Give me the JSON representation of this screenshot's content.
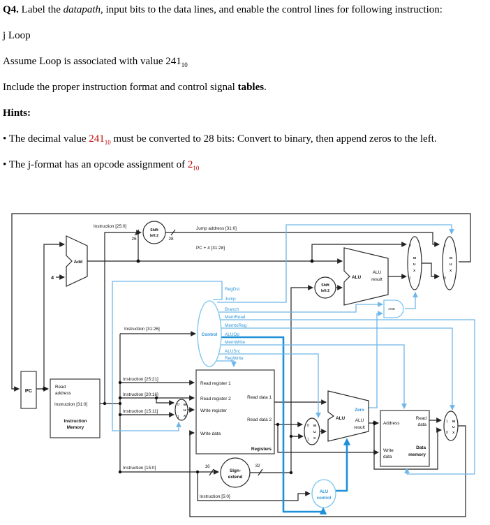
{
  "question": {
    "q_label": "Q4.",
    "q_pre": " Label the ",
    "q_italic": "datapath",
    "q_post": ", input bits to the data lines, and enable the control lines for following instruction:",
    "instruction_line": "j Loop",
    "assume_pre": "Assume Loop is associated with value 241",
    "assume_sub": "10",
    "include_pre": "Include the proper instruction format and control signal ",
    "include_bold": "tables",
    "include_post": ".",
    "hints_label": "Hints:",
    "bullet": "•",
    "hint1_pre": " The decimal value ",
    "hint1_red": "241",
    "hint1_red_sub": "10",
    "hint1_post": " must be converted to 28 bits: Convert to binary, then append zeros to the left.",
    "hint2_pre": " The j-format has an opcode assignment of ",
    "hint2_red": "2",
    "hint2_red_sub": "10"
  },
  "colors": {
    "wire_black": "#222222",
    "wire_blue": "#6fb7e8",
    "bold_blue": "#1e90d8",
    "signal_text_blue": "#2e96d8",
    "red_text": "#c00000"
  },
  "diagram": {
    "control_signals": [
      "RegDst",
      "Jump",
      "Branch",
      "MemRead",
      "MemtoReg",
      "ALUOp",
      "MemWrite",
      "ALUSrc",
      "RegWrite"
    ],
    "labels": {
      "instr_25_0": "Instruction [25:0]",
      "shift": "Shift",
      "left2": "left 2",
      "w26": "26",
      "w28": "28",
      "jump_address": "Jump address [31:0]",
      "pc4_3128": "PC + 4 [31:28]",
      "add": "Add",
      "four": "4",
      "pc": "PC",
      "read": "Read",
      "address_lc": "address",
      "instr_31_0": "Instruction [31:0]",
      "instruction": "Instruction",
      "memory": "Memory",
      "instr_31_26": "Instruction [31:26]",
      "control": "Control",
      "instr_25_21": "Instruction [25:21]",
      "instr_20_16": "Instruction [20:16]",
      "instr_15_11": "Instruction [15:11]",
      "instr_15_0": "Instruction [15:0]",
      "instr_5_0": "Instruction [5:0]",
      "read_register_1": "Read register 1",
      "read_register_2": "Read register 2",
      "write_register": "Write register",
      "write_data": "Write data",
      "read_data_1": "Read data 1",
      "read_data_2": "Read data 2",
      "registers": "Registers",
      "sign": "Sign-",
      "extend": "extend",
      "w16": "16",
      "w32": "32",
      "alu": "ALU",
      "result": "result",
      "zero": "Zero",
      "and": "AND",
      "address_cap": "Address",
      "write": "Write",
      "data_lc": "data",
      "data_cap": "Data",
      "memory_lc": "memory",
      "control_lc": "control",
      "m": "M",
      "u": "U",
      "x": "X",
      "n0": "0",
      "n1": "1"
    }
  }
}
